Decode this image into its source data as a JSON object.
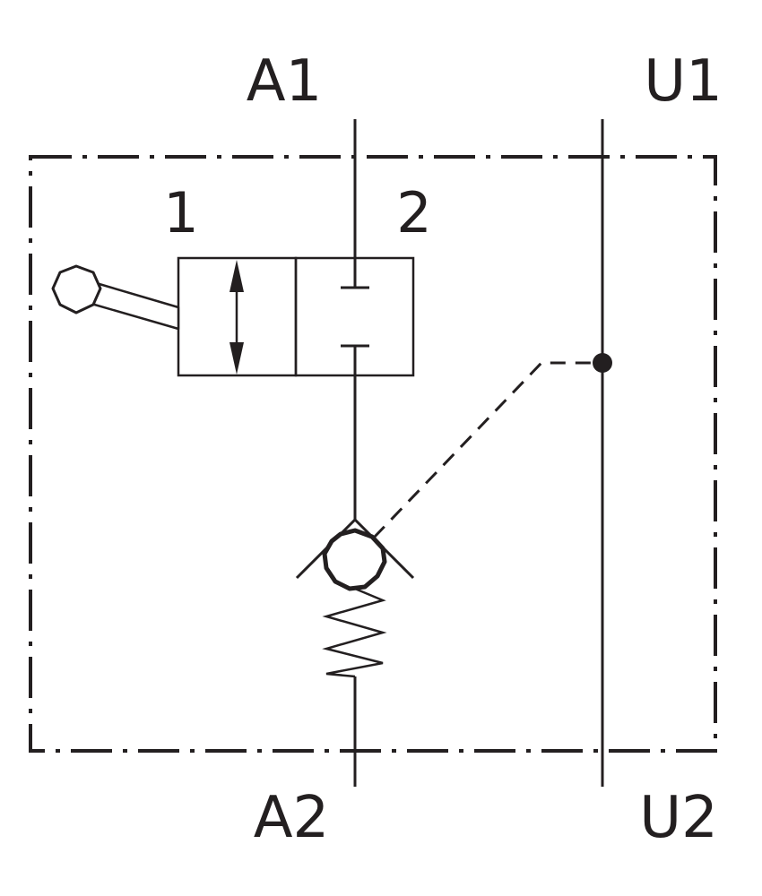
{
  "ports": {
    "a1": "A1",
    "u1": "U1",
    "a2": "A2",
    "u2": "U2"
  },
  "positions": {
    "first": "1",
    "second": "2"
  },
  "colors": {
    "ink": "#231f20",
    "background": "#ffffff"
  },
  "icons": {
    "lever": "lever-handle-icon",
    "spring": "spring-icon",
    "check_ball": "check-valve-ball-icon",
    "junction": "junction-dot-icon"
  }
}
